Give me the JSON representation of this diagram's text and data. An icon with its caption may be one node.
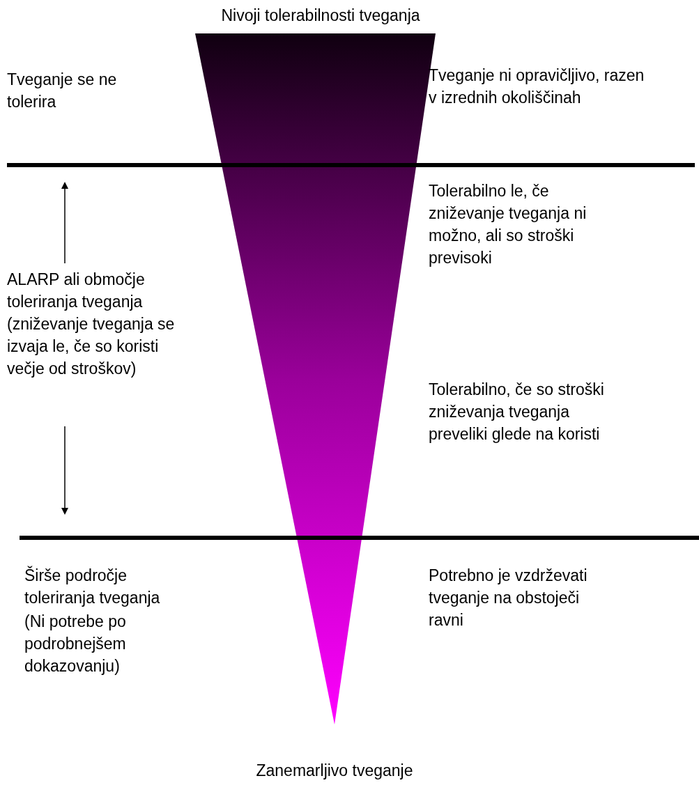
{
  "diagram": {
    "title": "Nivoji tolerabilnosti tveganja",
    "caption": "Zanemarljivo tveganje",
    "nodes": [
      {
        "text": [],
        "shape": "triangle"
      }
    ],
    "labels": [
      "Tveganje se ne tolerira",
      "Tveganje ni opravičljivo, razen v izrednih okoliščinah",
      "Tolerabilno le, če zniževanje tveganja ni možno, ali so stroški previsoki",
      "ALARP ali območje toleriranja tveganja (zniževanje tveganja se izvaja le, če so koristi večje od stroškov)",
      "Tolerabilno, če so stroški zniževanja tveganja preveliki glede na koristi",
      "Širše področje toleriranja tveganja",
      "(Ni potrebe po podrobnejšem dokazovanju)",
      "Potrebno je vzdrževati tveganje na obstoječi ravni"
    ]
  }
}
